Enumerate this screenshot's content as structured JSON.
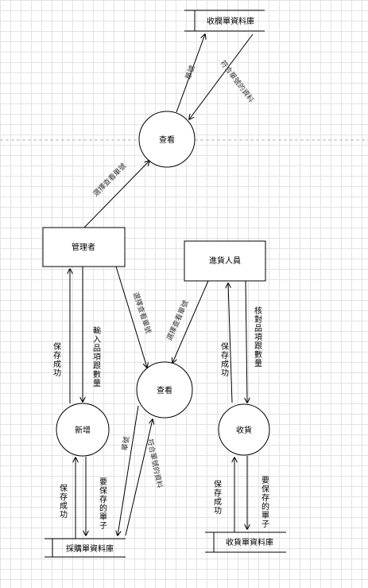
{
  "datastores": {
    "top": "收欄單資料庫",
    "purchase": "採購單資料庫",
    "receipt": "收貨單資料庫"
  },
  "entities": {
    "admin": "管理者",
    "receiver": "進貨人員"
  },
  "processes": {
    "view_top": "查看",
    "view_mid": "查看",
    "add": "新增",
    "receive": "收貨"
  },
  "flows": {
    "top_request": "單號",
    "top_return": "符合單號的資料",
    "admin_to_view_top": "選擇查看單號",
    "admin_to_view_mid": "選擇查看單號",
    "receiver_to_view_mid": "選擇查看單號",
    "add_to_admin": "保存成功",
    "admin_to_add": "輸入品項跟數量",
    "mid_request": "單號",
    "mid_return": "符合單號的資料",
    "store_to_add": "保存成功",
    "add_to_store": "要保存的單子",
    "receive_to_receiver": "保存成功",
    "receiver_to_receive": "核對品項跟數量",
    "rstore_to_receive": "保存成功",
    "receive_to_rstore": "要保存的單子"
  }
}
